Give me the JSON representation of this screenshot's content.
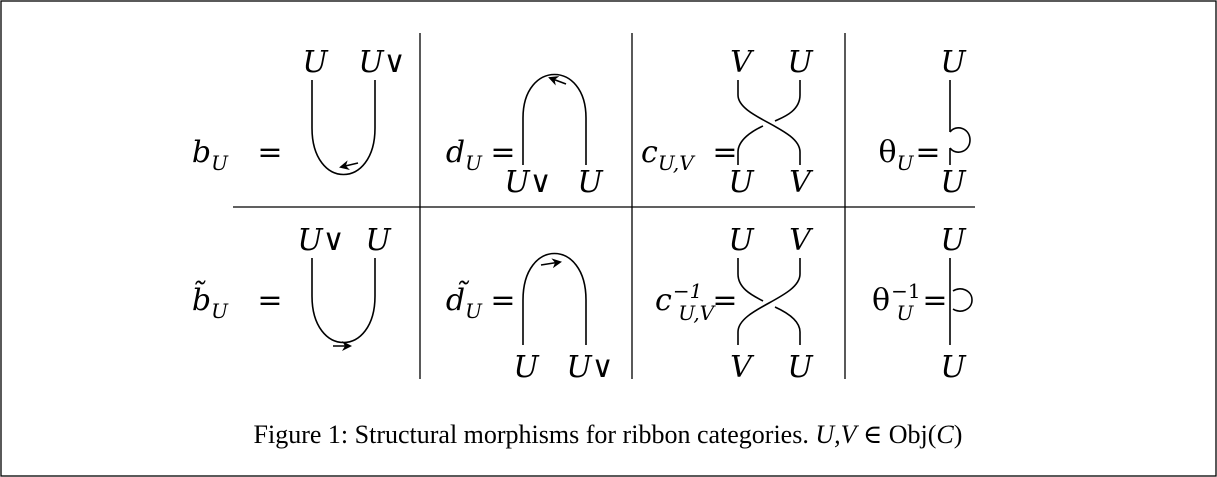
{
  "cells": [
    {
      "id": "b",
      "lhs": "b",
      "sub": "U",
      "rel": "=",
      "top": [
        "U",
        "U∨"
      ],
      "bottom": []
    },
    {
      "id": "d",
      "lhs": "d",
      "sub": "U",
      "rel": "=",
      "top": [],
      "bottom": [
        "U∨",
        "U"
      ]
    },
    {
      "id": "c",
      "lhs": "c",
      "sub": "U,V",
      "rel": "=",
      "top": [
        "V",
        "U"
      ],
      "bottom": [
        "U",
        "V"
      ]
    },
    {
      "id": "theta",
      "lhs": "θ",
      "sub": "U",
      "rel": "=",
      "top": [
        "U"
      ],
      "bottom": [
        "U"
      ]
    },
    {
      "id": "btilde",
      "lhs": "b̃",
      "sub": "U",
      "rel": "=",
      "top": [
        "U∨",
        "U"
      ],
      "bottom": []
    },
    {
      "id": "dtilde",
      "lhs": "d̃",
      "sub": "U",
      "rel": "=",
      "top": [],
      "bottom": [
        "U",
        "U∨"
      ]
    },
    {
      "id": "cinv",
      "lhs": "c",
      "sub": "U,V",
      "sup": "−1",
      "rel": "=",
      "top": [
        "U",
        "V"
      ],
      "bottom": [
        "V",
        "U"
      ]
    },
    {
      "id": "thetainv",
      "lhs": "θ",
      "sub": "U",
      "sup": "−1",
      "rel": "=",
      "top": [
        "U"
      ],
      "bottom": [
        "U"
      ]
    }
  ],
  "caption": {
    "prefix": "Figure 1: Structural morphisms for ribbon categories.",
    "math_vars": "U,V",
    "elem": "∈",
    "obj": "Obj",
    "paren_open": "(",
    "cat": "C",
    "paren_close": ")"
  }
}
